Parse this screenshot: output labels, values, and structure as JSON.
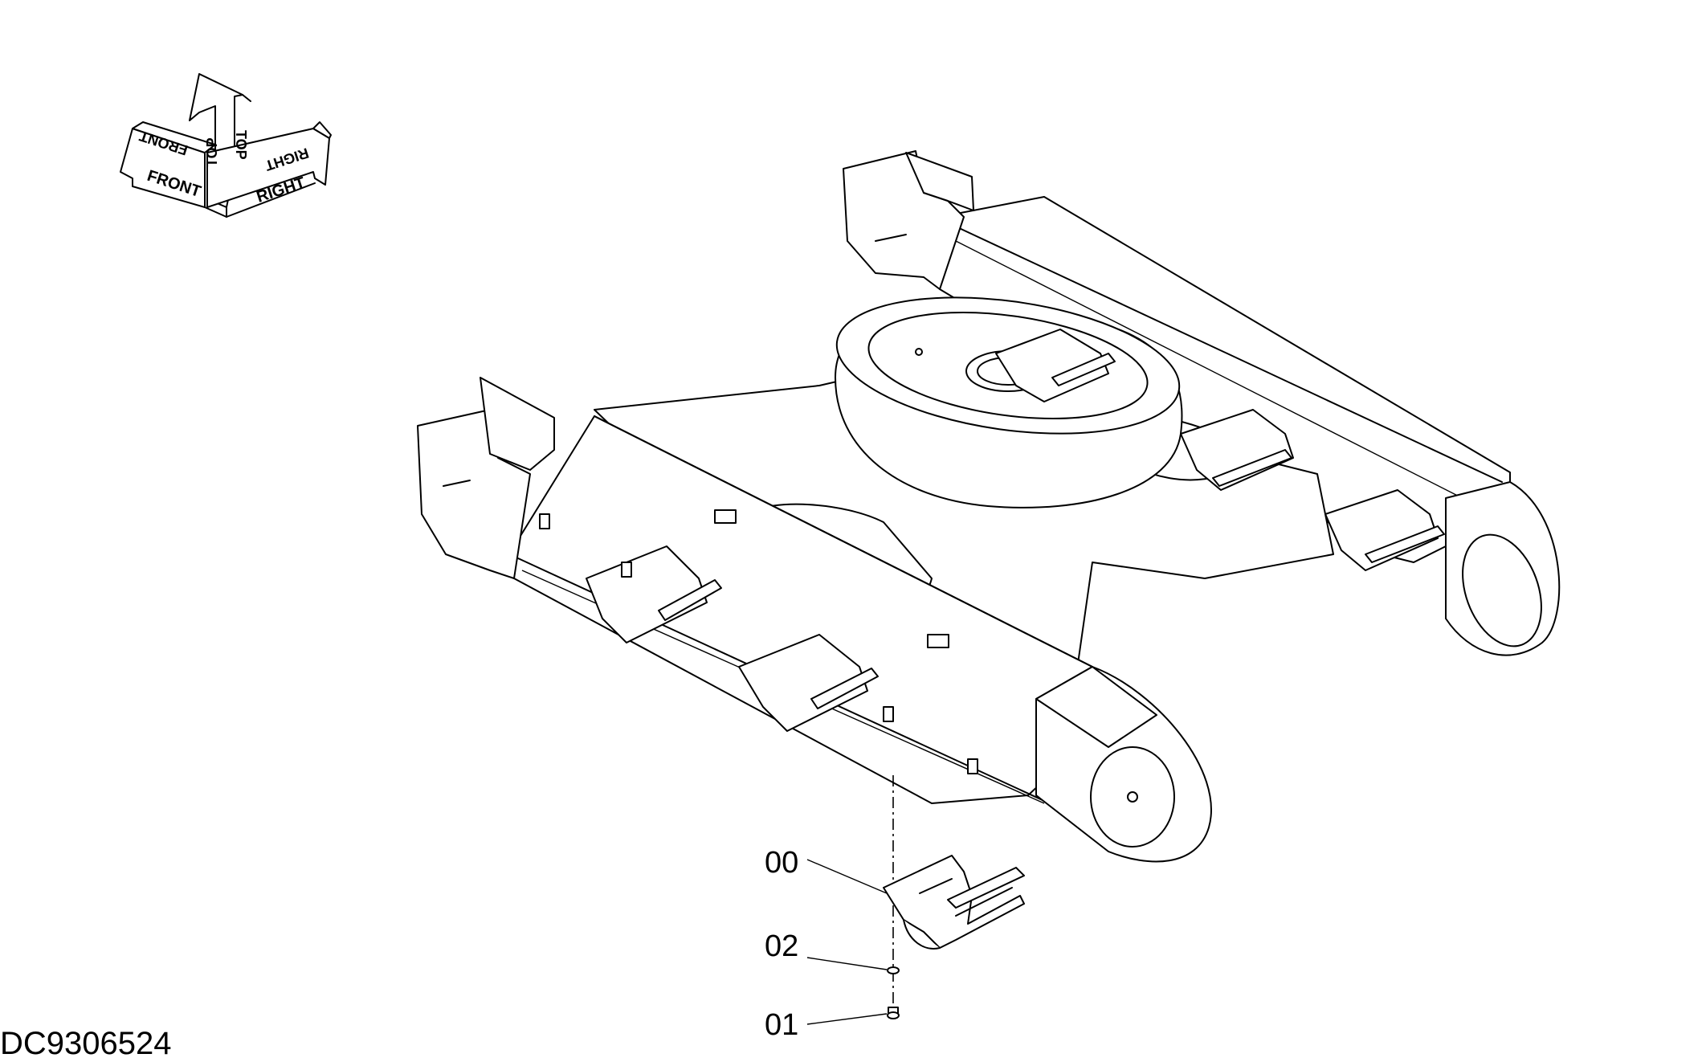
{
  "orientation": {
    "front": "FRONT",
    "top": "TOP",
    "right": "RIGHT",
    "front_flipped": "FRONT",
    "top_flipped": "TOP",
    "right_flipped": "RIGHT"
  },
  "callouts": [
    {
      "number": "00",
      "part": "track guard assembly"
    },
    {
      "number": "02",
      "part": "washer"
    },
    {
      "number": "01",
      "part": "bolt"
    }
  ],
  "drawing_id": "DC9306524"
}
